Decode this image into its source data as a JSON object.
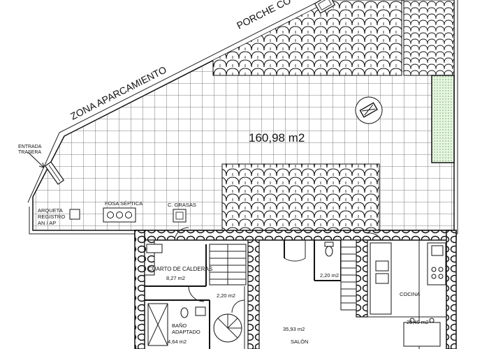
{
  "plan": {
    "area_total": "160,98 m2",
    "labels": {
      "porche": "PORCHE CO",
      "zona_aparcamiento": "ZONA APARCAMIENTO",
      "entrada_l1": "ENTRADA",
      "entrada_l2": "TRASERA",
      "fosa": "FOSA SÉPTICA",
      "grasas": "C. GRASAS",
      "arqueta_l1": "ARQUETA",
      "arqueta_l2": "REGISTRO",
      "arqueta_l3": "AN / AP"
    },
    "rooms": {
      "calderas_name": "CUARTO DE CALDERAS",
      "calderas_area": "8,27 m2",
      "hall_area": "2,20 m2",
      "bano_name_l1": "BAÑO",
      "bano_name_l2": "ADAPTADO",
      "bano_area": "4,64 m2",
      "aseo_area": "2,20 m2",
      "salon_area": "35,93 m2",
      "salon_name": "SALÓN",
      "cocina_name": "COCINA",
      "cocina_area": "29,49 m2"
    },
    "colors": {
      "line": "#111111",
      "grid": "#555555",
      "garden": "#e6f6e0",
      "wall_stone": "#ffffff"
    }
  }
}
